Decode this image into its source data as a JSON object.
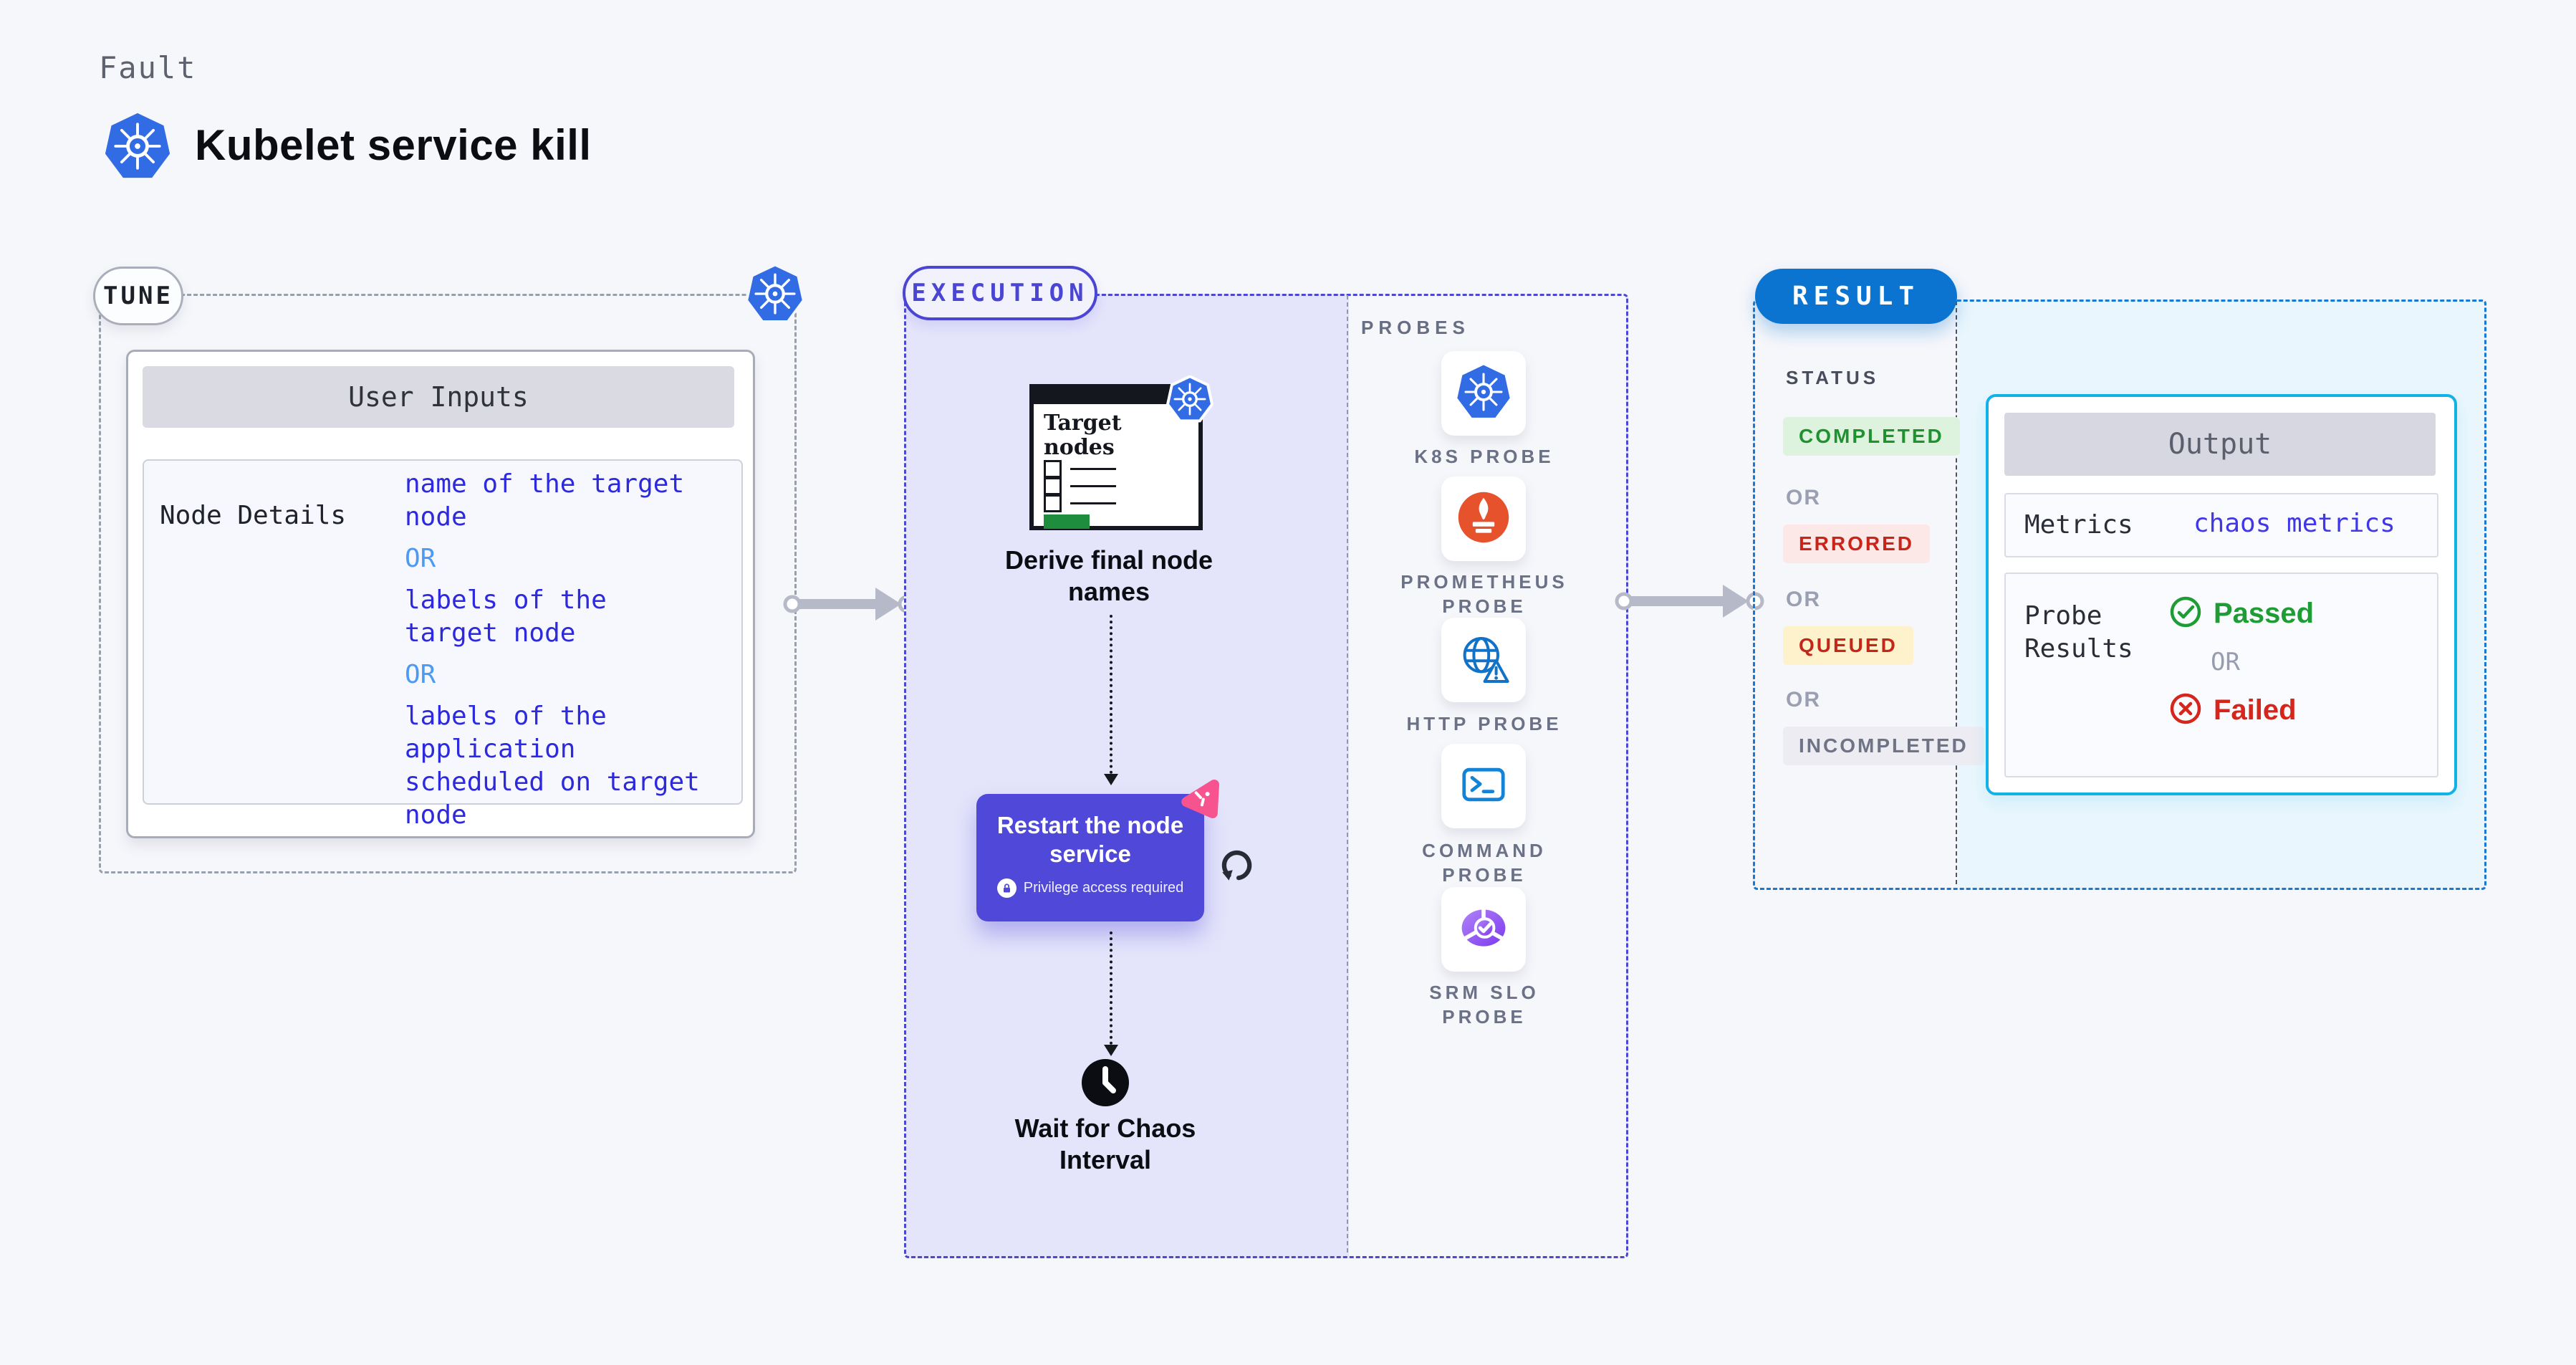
{
  "colors": {
    "k8s_blue": "#326CE5",
    "execution_indigo": "#4C48D0",
    "restart_card_indigo": "#4F48D8",
    "result_blue": "#0B74D0",
    "output_cyan": "#12B1E7",
    "lavender_bg": "#E4E4FB",
    "result_bg": "#E9F6FD",
    "passed_green": "#1F9C35",
    "failed_red": "#D6251A",
    "prometheus_orange": "#E6522C",
    "litmus_pink": "#F7548F",
    "option_blue": "#2D29DF",
    "or_blue": "#4B9AF3"
  },
  "header": {
    "kicker": "Fault",
    "title": "Kubelet service kill"
  },
  "tune": {
    "label": "TUNE",
    "card_title": "User Inputs",
    "row_label": "Node Details",
    "or": "OR",
    "options": [
      "name of the target\nnode",
      "labels of the\ntarget node",
      "labels of the application\nscheduled on target node"
    ]
  },
  "execution": {
    "label": "EXECUTION",
    "target_card_title": "Target\nnodes",
    "step_derive": "Derive final node\nnames",
    "step_restart": "Restart the node\nservice",
    "privilege_note": "Privilege access required",
    "step_wait": "Wait for Chaos\nInterval",
    "probes_title": "PROBES",
    "probes": [
      {
        "label": "K8S PROBE",
        "icon": "kubernetes-icon"
      },
      {
        "label": "PROMETHEUS\nPROBE",
        "icon": "prometheus-icon"
      },
      {
        "label": "HTTP PROBE",
        "icon": "globe-alert-icon"
      },
      {
        "label": "COMMAND\nPROBE",
        "icon": "terminal-icon"
      },
      {
        "label": "SRM SLO\nPROBE",
        "icon": "slo-pie-check-icon"
      }
    ]
  },
  "result": {
    "label": "RESULT",
    "status_title": "STATUS",
    "or": "OR",
    "statuses": [
      "COMPLETED",
      "ERRORED",
      "QUEUED",
      "INCOMPLETED"
    ],
    "output": {
      "title": "Output",
      "metrics_label": "Metrics",
      "metrics_value": "chaos metrics",
      "probe_results_label": "Probe\nResults",
      "passed_label": "Passed",
      "or": "OR",
      "failed_label": "Failed"
    }
  }
}
